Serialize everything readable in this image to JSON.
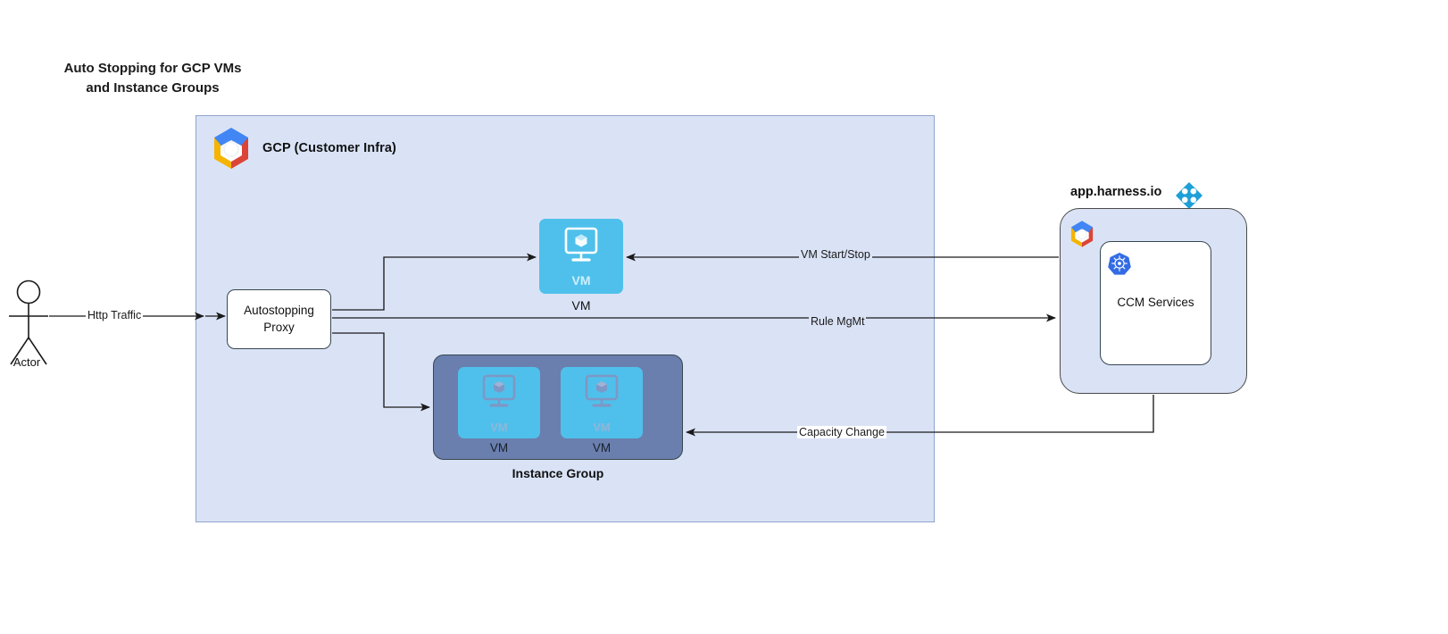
{
  "title": "Auto Stopping for GCP VMs\nand Instance Groups",
  "gcp": {
    "label": "GCP (Customer Infra)",
    "logo_icon": "gcp-logo-icon",
    "background_color": "#dae3f6",
    "border_color": "#8fa4cf"
  },
  "actor": {
    "label": "Actor",
    "icon": "actor-stick-figure-icon"
  },
  "proxy": {
    "label": "Autostopping\nProxy",
    "background_color": "#ffffff",
    "border_color": "#37474f"
  },
  "vm_single": {
    "label": "VM",
    "inner_label": "VM",
    "icon": "vm-monitor-cube-icon",
    "color": "#4fc0eb"
  },
  "instance_group": {
    "label": "Instance Group",
    "background_color": "#6a7fae",
    "border_color": "#37474f",
    "vms": [
      {
        "label": "VM",
        "inner_label": "VM",
        "icon": "vm-monitor-cube-icon"
      },
      {
        "label": "VM",
        "inner_label": "VM",
        "icon": "vm-monitor-cube-icon"
      }
    ]
  },
  "harness": {
    "title": "app.harness.io",
    "logo_icon": "harness-diamond-logo-icon",
    "gcp_logo_icon": "gcp-logo-icon",
    "background_color": "#dae3f6",
    "border_color": "#4a4a4a",
    "ccm": {
      "label": "CCM Services",
      "icon": "kubernetes-logo-icon",
      "background_color": "#ffffff"
    }
  },
  "edges": [
    {
      "id": "http-traffic",
      "label": "Http Traffic",
      "from": "actor",
      "to": "proxy"
    },
    {
      "id": "vm-start-stop",
      "label": "VM Start/Stop",
      "from": "ccm-services",
      "to": "vm-single"
    },
    {
      "id": "rule-mgmt",
      "label": "Rule MgMt",
      "from": "proxy",
      "to": "ccm-services"
    },
    {
      "id": "capacity-change",
      "label": "Capacity Change",
      "from": "ccm-services",
      "to": "instance-group"
    }
  ]
}
